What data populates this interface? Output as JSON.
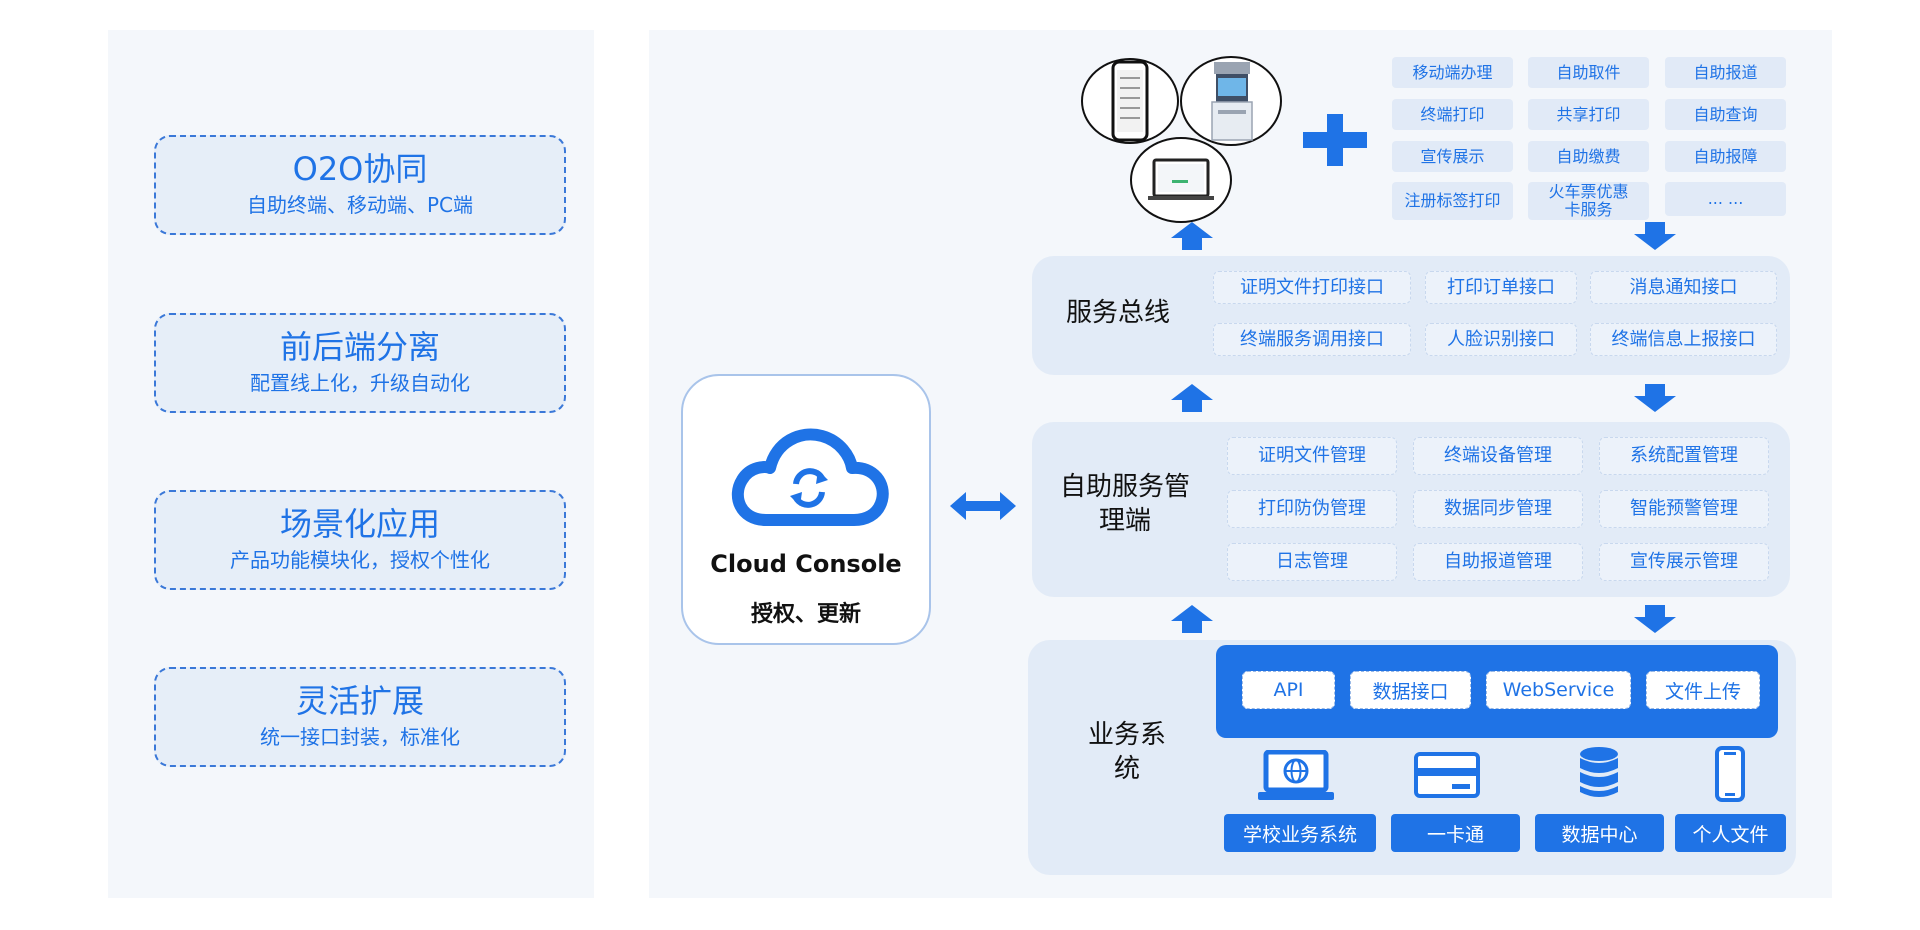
{
  "features": [
    {
      "title": "O2O协同",
      "subtitle": "自助终端、移动端、PC端"
    },
    {
      "title": "前后端分离",
      "subtitle": "配置线上化，升级自动化"
    },
    {
      "title": "场景化应用",
      "subtitle": "产品功能模块化，授权个性化"
    },
    {
      "title": "灵活扩展",
      "subtitle": "统一接口封装，标准化"
    }
  ],
  "cloud": {
    "title": "Cloud Console",
    "subtitle": "授权、更新"
  },
  "terminal_services": [
    "移动端办理",
    "自助取件",
    "自助报道",
    "终端打印",
    "共享打印",
    "自助查询",
    "宣传展示",
    "自助缴费",
    "自助报障",
    "注册标签打印",
    "火车票优惠卡服务",
    "... ..."
  ],
  "service_bus": {
    "title": "服务总线",
    "items": [
      "证明文件打印接口",
      "打印订单接口",
      "消息通知接口",
      "终端服务调用接口",
      "人脸识别接口",
      "终端信息上报接口"
    ]
  },
  "management": {
    "title": "自助服务管理端",
    "items": [
      "证明文件管理",
      "终端设备管理",
      "系统配置管理",
      "打印防伪管理",
      "数据同步管理",
      "智能预警管理",
      "日志管理",
      "自助报道管理",
      "宣传展示管理"
    ]
  },
  "business": {
    "title": "业务系统",
    "interfaces": [
      "API",
      "数据接口",
      "WebService",
      "文件上传"
    ],
    "systems": [
      {
        "icon": "laptop-globe-icon",
        "label": "学校业务系统"
      },
      {
        "icon": "card-icon",
        "label": "一卡通"
      },
      {
        "icon": "database-icon",
        "label": "数据中心"
      },
      {
        "icon": "phone-icon",
        "label": "个人文件"
      }
    ]
  },
  "colors": {
    "accent": "#1f73e6",
    "panel": "#f4f7fb",
    "layer": "#e2ebf7"
  }
}
